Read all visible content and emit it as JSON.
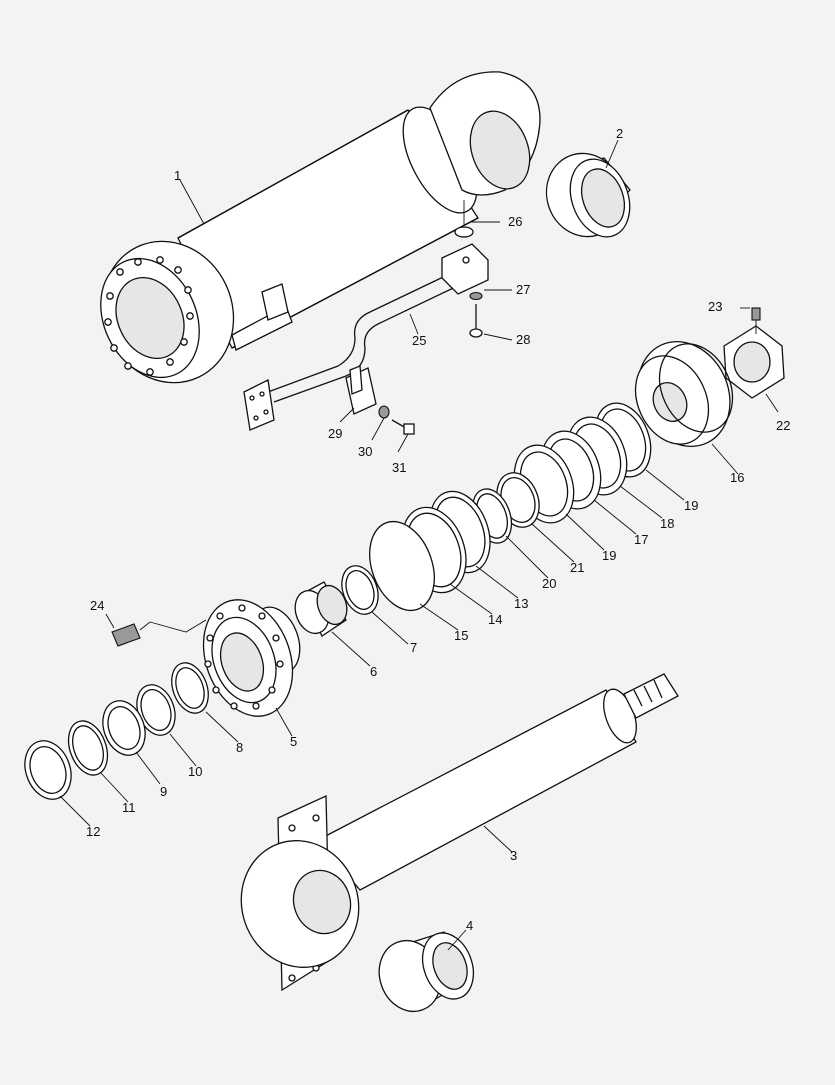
{
  "diagram": {
    "callouts": [
      {
        "id": "c1",
        "text": "1"
      },
      {
        "id": "c2",
        "text": "2"
      },
      {
        "id": "c3",
        "text": "3"
      },
      {
        "id": "c4",
        "text": "4"
      },
      {
        "id": "c5",
        "text": "5"
      },
      {
        "id": "c6",
        "text": "6"
      },
      {
        "id": "c7",
        "text": "7"
      },
      {
        "id": "c8",
        "text": "8"
      },
      {
        "id": "c9",
        "text": "9"
      },
      {
        "id": "c10",
        "text": "10"
      },
      {
        "id": "c11",
        "text": "11"
      },
      {
        "id": "c12",
        "text": "12"
      },
      {
        "id": "c13",
        "text": "13"
      },
      {
        "id": "c14",
        "text": "14"
      },
      {
        "id": "c15",
        "text": "15"
      },
      {
        "id": "c16",
        "text": "16"
      },
      {
        "id": "c17",
        "text": "17"
      },
      {
        "id": "c18",
        "text": "18"
      },
      {
        "id": "c19a",
        "text": "19"
      },
      {
        "id": "c19b",
        "text": "19"
      },
      {
        "id": "c20",
        "text": "20"
      },
      {
        "id": "c21",
        "text": "21"
      },
      {
        "id": "c22",
        "text": "22"
      },
      {
        "id": "c23",
        "text": "23"
      },
      {
        "id": "c24",
        "text": "24"
      },
      {
        "id": "c25",
        "text": "25"
      },
      {
        "id": "c26",
        "text": "26"
      },
      {
        "id": "c27",
        "text": "27"
      },
      {
        "id": "c28",
        "text": "28"
      },
      {
        "id": "c29",
        "text": "29"
      },
      {
        "id": "c30",
        "text": "30"
      },
      {
        "id": "c31",
        "text": "31"
      }
    ]
  }
}
